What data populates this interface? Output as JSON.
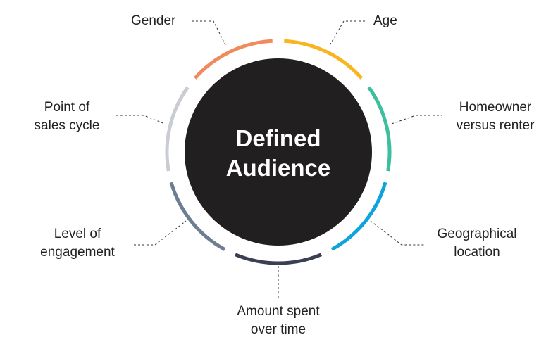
{
  "center": {
    "line1": "Defined",
    "line2": "Audience"
  },
  "segments": [
    {
      "label": "Age",
      "color": "#F9B51F"
    },
    {
      "label": "Homeowner versus renter",
      "color": "#3DBE9D"
    },
    {
      "label": "Geographical location",
      "color": "#0EA3DD"
    },
    {
      "label": "Amount spent over time",
      "color": "#3A3F53"
    },
    {
      "label": "Level of engagement",
      "color": "#6E7E92"
    },
    {
      "label": "Point of sales cycle",
      "color": "#C9CDD2"
    },
    {
      "label": "Gender",
      "color": "#F08A5D"
    }
  ],
  "labels": {
    "gender": "Gender",
    "age": "Age",
    "homeowner_1": "Homeowner",
    "homeowner_2": "versus renter",
    "point_1": "Point of",
    "point_2": "sales cycle",
    "level_1": "Level of",
    "level_2": "engagement",
    "geo_1": "Geographical",
    "geo_2": "location",
    "amount_1": "Amount spent",
    "amount_2": "over time"
  }
}
